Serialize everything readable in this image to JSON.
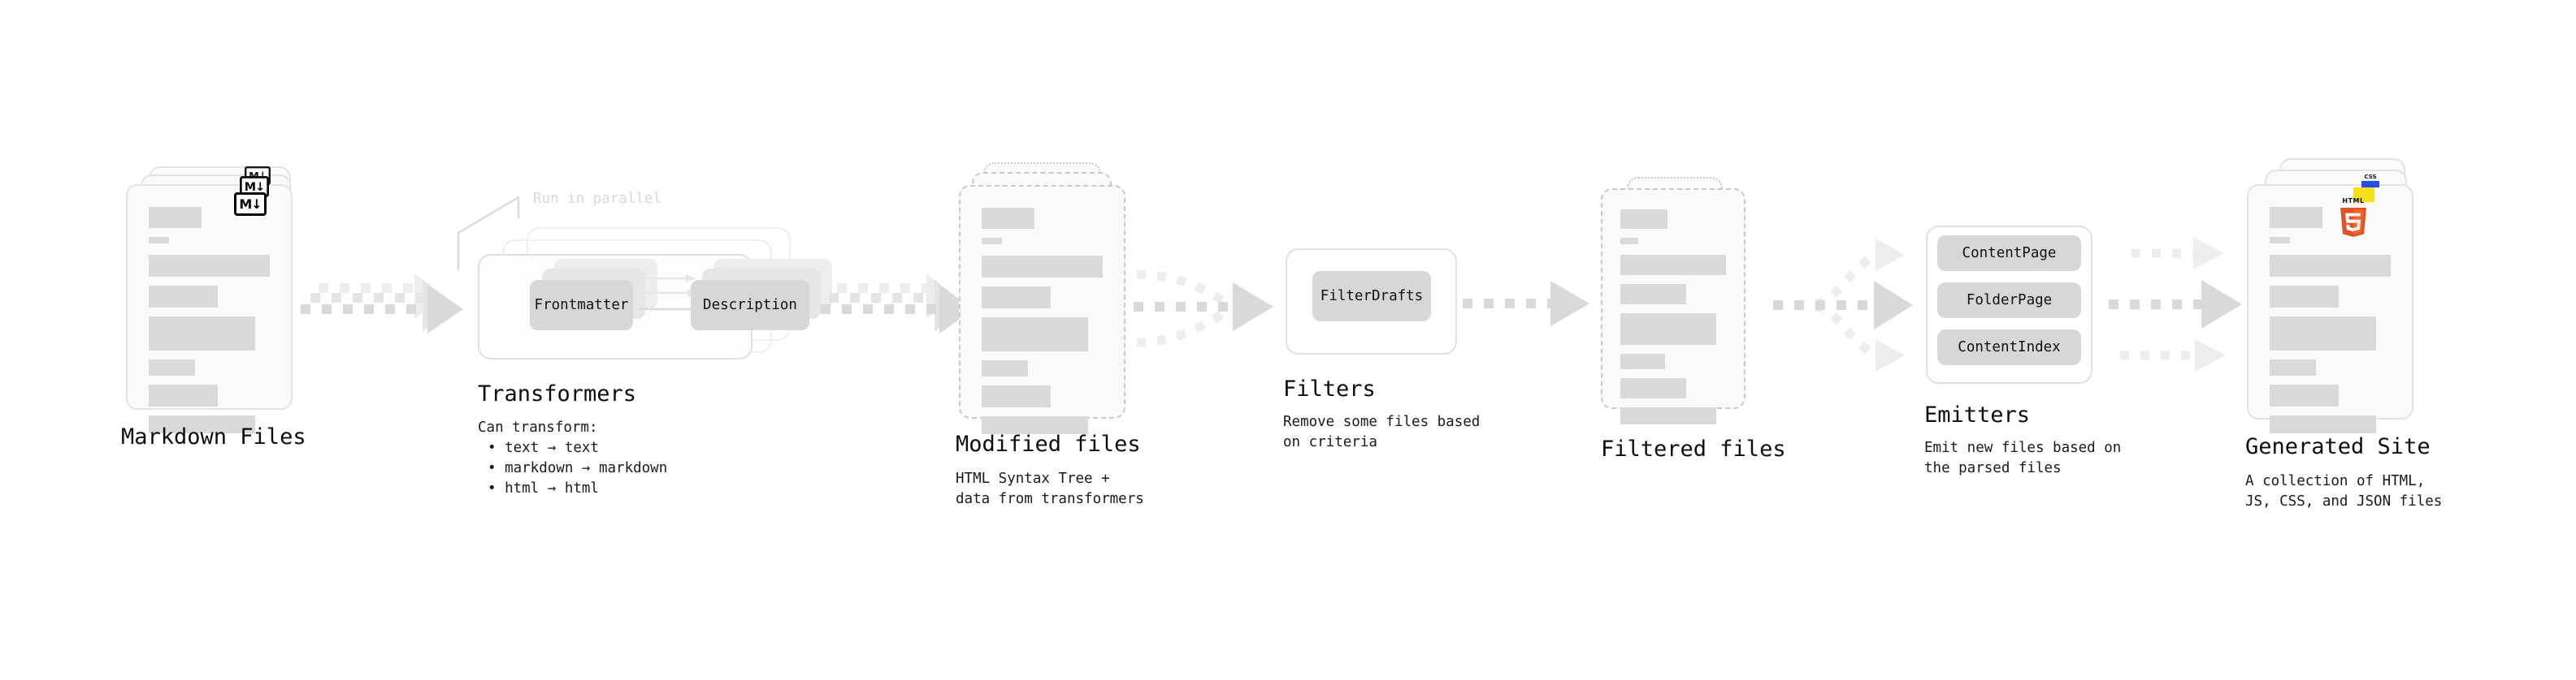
{
  "diagram": {
    "title": "Quartz static-site build pipeline",
    "type": "flow",
    "colors": {
      "card_bg": "#fafafa",
      "card_border": "#e3e3e3",
      "dashed_border": "#c9c9c9",
      "bar": "#d9d9d9",
      "chip_bg": "#d7d7d7",
      "arrow": "#d9d9d9",
      "arrow_faint": "#ededed",
      "text": "#0d0d0d",
      "ghost_text": "#d8d8d8",
      "html5_orange": "#e34f26",
      "css_blue": "#264de4",
      "js_yellow": "#f7df1e"
    }
  },
  "stages": [
    {
      "id": "markdown-files",
      "title": "Markdown Files",
      "subtitle": "",
      "badge": "markdown-badge",
      "badge_label": "M↓"
    },
    {
      "id": "transformers",
      "title": "Transformers",
      "subtitle": "Can transform:",
      "annotation": "Run in parallel",
      "bullets": [
        "• text → text",
        "• markdown → markdown",
        "• html → html"
      ],
      "chips": [
        "Frontmatter",
        "Description"
      ]
    },
    {
      "id": "modified-files",
      "title": "Modified files",
      "subtitle": "HTML Syntax Tree +\ndata from transformers"
    },
    {
      "id": "filters",
      "title": "Filters",
      "subtitle": "Remove some files based\non criteria",
      "chips": [
        "FilterDrafts"
      ]
    },
    {
      "id": "filtered-files",
      "title": "Filtered files",
      "subtitle": ""
    },
    {
      "id": "emitters",
      "title": "Emitters",
      "subtitle": "Emit new files based on\nthe parsed files",
      "chips": [
        "ContentPage",
        "FolderPage",
        "ContentIndex"
      ]
    },
    {
      "id": "generated-site",
      "title": "Generated Site",
      "subtitle": "A collection of HTML,\nJS, CSS, and JSON files",
      "badges": [
        "css3-badge",
        "javascript-badge",
        "html5-badge"
      ],
      "html5_word": "HTML",
      "html5_number": "5"
    }
  ]
}
